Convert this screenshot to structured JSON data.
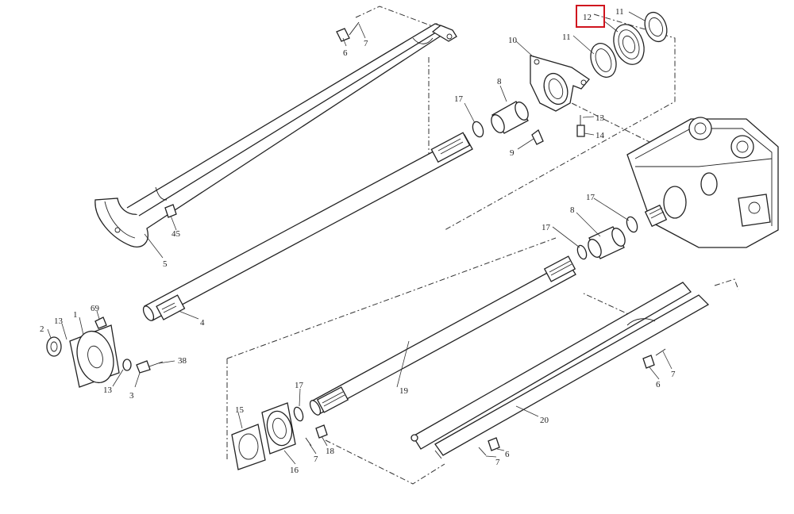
{
  "diagram": {
    "highlight_color": "#d0141e",
    "highlighted_callout": "12",
    "callouts": {
      "c1": "1",
      "c2": "2",
      "c3": "3",
      "c4": "4",
      "c5": "5",
      "c6a": "6",
      "c6b": "6",
      "c6c": "6",
      "c7a": "7",
      "c7b": "7",
      "c7c": "7",
      "c7d": "7",
      "c8a": "8",
      "c8b": "8",
      "c9": "9",
      "c10": "10",
      "c11a": "11",
      "c11b": "11",
      "c12": "12",
      "c13a": "13",
      "c13b": "13",
      "c13c": "13",
      "c14": "14",
      "c15": "15",
      "c16": "16",
      "c17a": "17",
      "c17b": "17",
      "c17c": "17",
      "c17d": "17",
      "c18": "18",
      "c19": "19",
      "c20": "20",
      "c38": "38",
      "c45": "45",
      "c69": "69"
    }
  }
}
